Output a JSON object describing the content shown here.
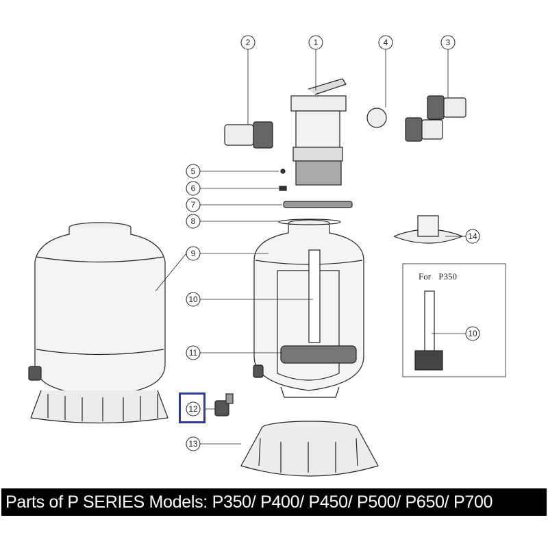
{
  "title": "Parts of P SERIES Models: P350/ P400/ P450/ P500/ P650/ P700",
  "inset_label": "For  P350",
  "highlight_color": "#2a3aa0",
  "callouts": [
    "1",
    "2",
    "3",
    "4",
    "5",
    "6",
    "7",
    "8",
    "9",
    "10",
    "11",
    "12",
    "13",
    "14",
    "10"
  ]
}
